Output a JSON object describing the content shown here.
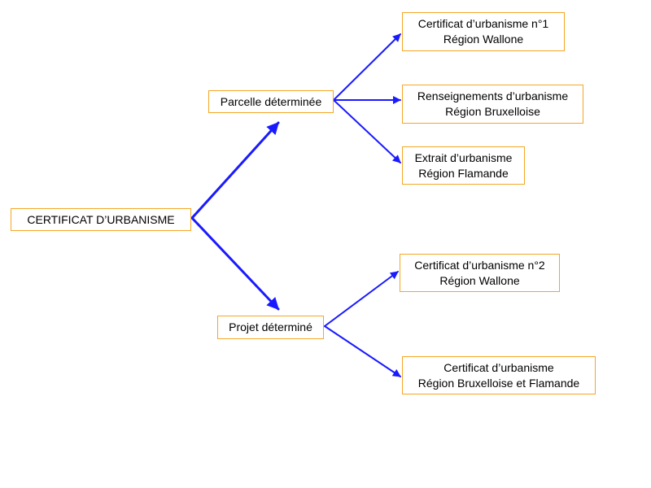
{
  "diagram": {
    "root": {
      "label": "CERTIFICAT D’URBANISME"
    },
    "branches": [
      {
        "label": "Parcelle déterminée",
        "leaves": [
          {
            "line1": "Certificat d’urbanisme n°1",
            "line2": "Région Wallone"
          },
          {
            "line1": "Renseignements d’urbanisme",
            "line2": "Région Bruxelloise"
          },
          {
            "line1": "Extrait d’urbanisme",
            "line2": "Région Flamande"
          }
        ]
      },
      {
        "label": "Projet déterminé",
        "leaves": [
          {
            "line1": "Certificat d’urbanisme n°2",
            "line2": "Région Wallone"
          },
          {
            "line1": "Certificat d’urbanisme",
            "line2": "Région Bruxelloise et Flamande"
          }
        ]
      }
    ],
    "colors": {
      "arrow": "#1a1aff",
      "box_border": "#f5a623",
      "text": "#000000"
    }
  }
}
